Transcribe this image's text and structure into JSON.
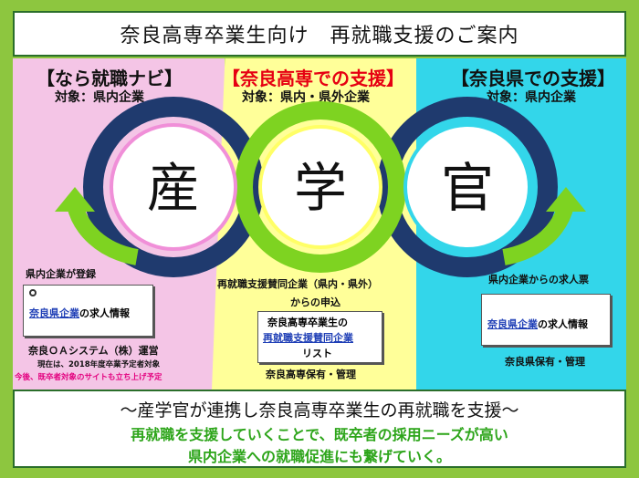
{
  "header": {
    "title": "奈良高専卒業生向け　再就職支援のご案内"
  },
  "left": {
    "title": "【なら就職ナビ】",
    "target": "対象：県内企業",
    "kanji": "産",
    "register": "県内企業が登録",
    "box_part1": "奈良県企業",
    "box_part2": "の求人情報",
    "operator": "奈良ＯＡシステム（株）運営",
    "note1": "現在は、2018年度卒業予定者対象",
    "note2": "今後、既卒者対象のサイトも立ち上げ予定",
    "colors": {
      "panel": "#f4c5e6",
      "title": "#111111"
    }
  },
  "center": {
    "title": "【奈良高専での支援】",
    "target": "対象：県内・県外企業",
    "kanji": "学",
    "line1": "再就職支援賛同企業（県内・県外）",
    "line2": "からの申込",
    "box_line1": "奈良高専卒業生の",
    "box_line2": "再就職支援賛同企業",
    "box_line3": "リスト",
    "owner": "奈良高専保有・管理",
    "colors": {
      "panel": "#ffff99",
      "title": "#e60012"
    }
  },
  "right": {
    "title": "【奈良県での支援】",
    "target": "対象：県内企業",
    "kanji": "官",
    "line1": "県内企業からの求人票",
    "box_part1": "奈良県企業",
    "box_part2": "の求人情報",
    "owner": "奈良県保有・管理",
    "colors": {
      "panel": "#33d6ea",
      "title": "#111111"
    }
  },
  "bottom": {
    "headline": "〜産学官が連携し奈良高専卒業生の再就職を支援〜",
    "body1": "再就職を支援していくことで、既卒者の採用ニーズが高い",
    "body2": "県内企業への就職促進にも繋げていく。"
  },
  "colors": {
    "background": "#8dc63f",
    "navy_ring": "#1f3a6e",
    "green_ring": "#7ed321",
    "pink_ring": "#f08fd8",
    "accent_green": "#2da51a"
  }
}
